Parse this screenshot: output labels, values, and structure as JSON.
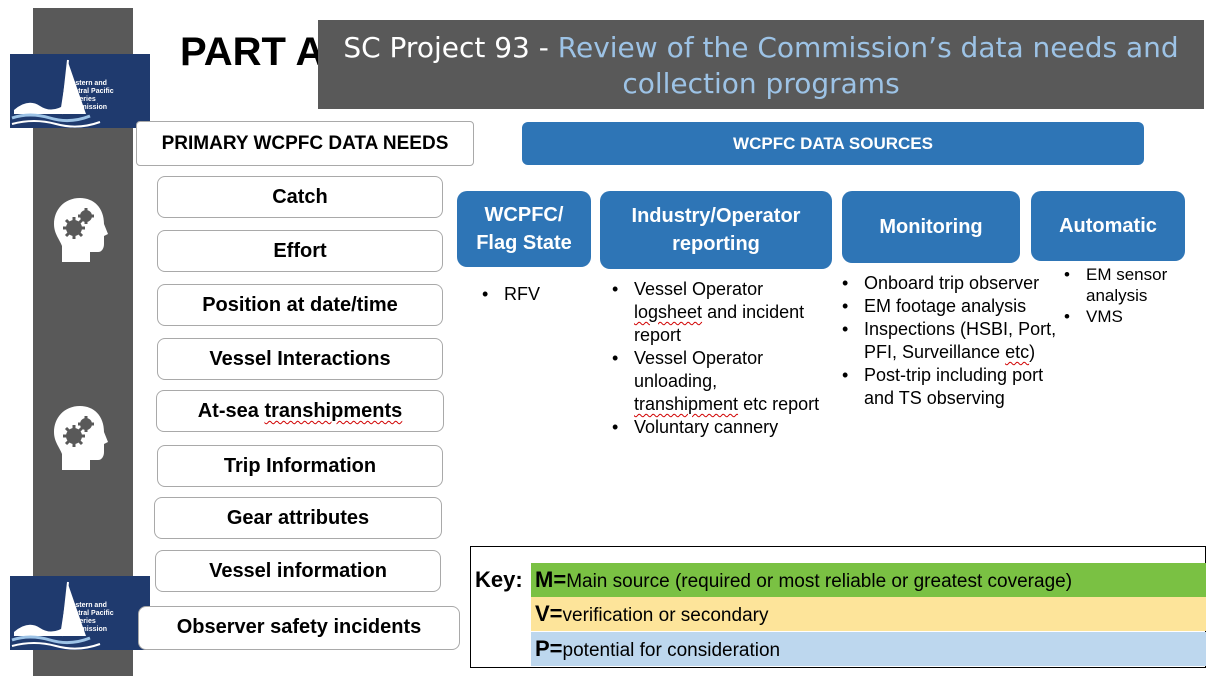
{
  "header": {
    "part_label": "PART A",
    "title_prefix": "SC Project 93 - ",
    "title_main_line1": "Review of the Commission’s data needs and",
    "title_main_line2": "collection programs"
  },
  "logo": {
    "line1": "Western and",
    "line2": "Central Pacific",
    "line3": "Fisheries",
    "line4": "Commission"
  },
  "needs": {
    "header": "PRIMARY WCPFC DATA NEEDS",
    "items": [
      "Catch",
      "Effort",
      "Position at date/time",
      "Vessel Interactions",
      "At-sea transhipments",
      "Trip Information",
      "Gear attributes",
      "Vessel information",
      "Observer safety incidents"
    ]
  },
  "sources": {
    "header": "WCPFC DATA SOURCES",
    "categories": [
      {
        "label_line1": "WCPFC/",
        "label_line2": "Flag State",
        "bullets": [
          "RFV"
        ]
      },
      {
        "label_line1": "Industry/Operator",
        "label_line2": "reporting",
        "bullets": [
          "Vessel Operator logsheet and incident report",
          "Vessel Operator unloading, transhipment etc report",
          "Voluntary cannery"
        ]
      },
      {
        "label_line1": "Monitoring",
        "bullets": [
          "Onboard trip observer",
          "EM footage analysis",
          "Inspections (HSBI, Port, PFI, Surveillance etc)",
          "Post-trip including port and TS observing"
        ]
      },
      {
        "label_line1": "Automatic",
        "bullets": [
          "EM sensor analysis",
          "VMS"
        ]
      }
    ]
  },
  "key": {
    "label": "Key:",
    "rows": [
      {
        "letter": "M=",
        "text": "Main source (required or most reliable or greatest coverage)",
        "color": "#7ac143"
      },
      {
        "letter": "V=",
        "text": "verification or secondary",
        "color": "#fde49a"
      },
      {
        "letter": "P=",
        "text": "potential for consideration",
        "color": "#bdd7ee"
      }
    ]
  },
  "colors": {
    "accent_blue": "#2e75b6",
    "sidebar_gray": "#595959",
    "title_highlight": "#9dc3e6"
  },
  "icons": [
    "commission-logo-icon",
    "head-gears-icon"
  ]
}
